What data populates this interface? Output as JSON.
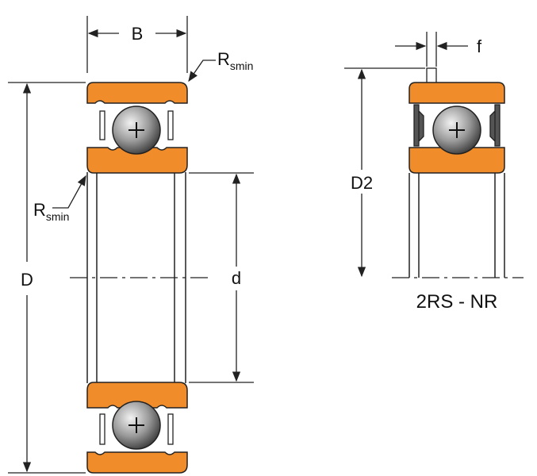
{
  "labels": {
    "width": "B",
    "outer_diameter": "D",
    "bore_diameter": "d",
    "shield_diameter": "D2",
    "shield_offset": "f",
    "radius_top": {
      "main": "R",
      "sub": "smin"
    },
    "radius_left": {
      "main": "R",
      "sub": "smin"
    },
    "variant": "2RS - NR"
  },
  "colors": {
    "ring": "#f08c2a",
    "ring_dark": "#c96a12",
    "line": "#222222",
    "ball_light": "#f2f2f2",
    "ball_dark": "#3a3a3a"
  }
}
